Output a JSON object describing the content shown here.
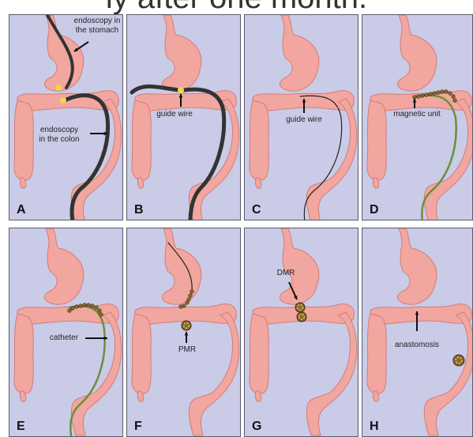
{
  "header": {
    "title_fragment": "ly after one month."
  },
  "colors": {
    "panel_bg": "#c9cbe7",
    "organ": "#f2a6a0",
    "organ_outline": "#d47c78",
    "endoscope": "#333333",
    "marker": "#f5d547",
    "magnet": "#8a6a2a",
    "catheter": "#6b8f3a"
  },
  "panels": [
    {
      "letter": "A",
      "labels": {
        "stomach": "endoscopy in\nthe stomach",
        "colon": "endoscopy\nin the colon"
      }
    },
    {
      "letter": "B",
      "labels": {
        "wire": "guide wire"
      }
    },
    {
      "letter": "C",
      "labels": {
        "wire": "guide wire"
      }
    },
    {
      "letter": "D",
      "labels": {
        "magnet": "magnetic unit"
      }
    },
    {
      "letter": "E",
      "labels": {
        "catheter": "catheter"
      }
    },
    {
      "letter": "F",
      "labels": {
        "pmr": "PMR"
      }
    },
    {
      "letter": "G",
      "labels": {
        "dmr": "DMR"
      }
    },
    {
      "letter": "H",
      "labels": {
        "anastomosis": "anastomosis"
      }
    }
  ]
}
